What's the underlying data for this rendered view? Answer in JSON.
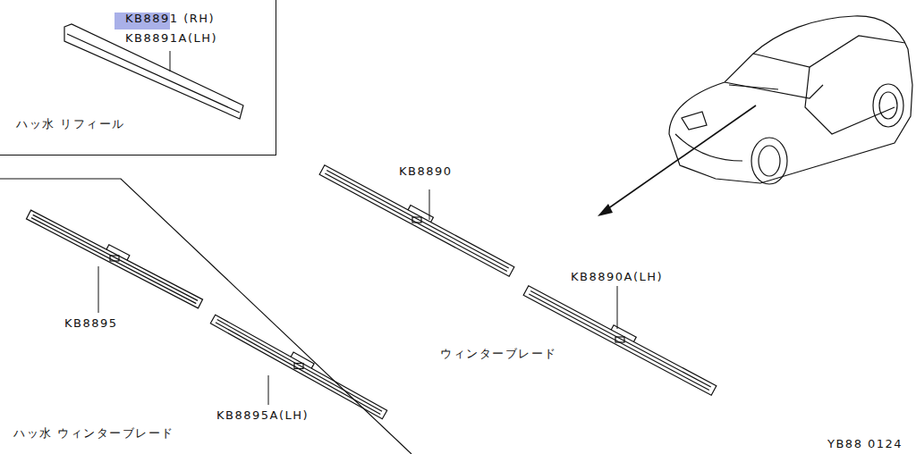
{
  "diagram": {
    "nodes": [
      {
        "text": [
          "KB8891 (RH)",
          "KB8891A(LH)",
          "ハッ水 リフィール"
        ]
      }
    ],
    "edges": [],
    "labels": [
      "KB8890",
      "KB8890A(LH)",
      "ウィンターブレード",
      "KB8895",
      "KB8895A(LH)",
      "ハッ水 ウィンターブレード",
      "YB88 0124"
    ]
  }
}
